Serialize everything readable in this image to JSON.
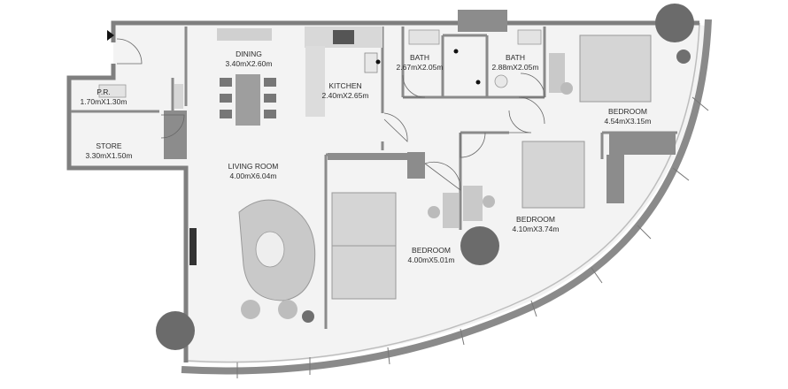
{
  "rooms": [
    {
      "id": "dining",
      "name": "DINING",
      "dims": "3.40mX2.60m"
    },
    {
      "id": "kitchen",
      "name": "KITCHEN",
      "dims": "2.40mX2.65m"
    },
    {
      "id": "bath1",
      "name": "BATH",
      "dims": "2.67mX2.05m"
    },
    {
      "id": "bath2",
      "name": "BATH",
      "dims": "2.88mX2.05m"
    },
    {
      "id": "bedroom1",
      "name": "BEDROOM",
      "dims": "4.54mX3.15m"
    },
    {
      "id": "powder",
      "name": "P.R.",
      "dims": "1.70mX1.30m"
    },
    {
      "id": "store",
      "name": "STORE",
      "dims": "3.30mX1.50m"
    },
    {
      "id": "living",
      "name": "LIVING ROOM",
      "dims": "4.00mX6.04m"
    },
    {
      "id": "bedroom2",
      "name": "BEDROOM",
      "dims": "4.10mX3.74m"
    },
    {
      "id": "bedroom3",
      "name": "BEDROOM",
      "dims": "4.00mX5.01m"
    }
  ],
  "colors": {
    "wall": "#7f7f7f",
    "floor": "#f3f3f3",
    "furniture": "#c9c9c9",
    "column": "#6b6b6b",
    "line": "#555555"
  }
}
